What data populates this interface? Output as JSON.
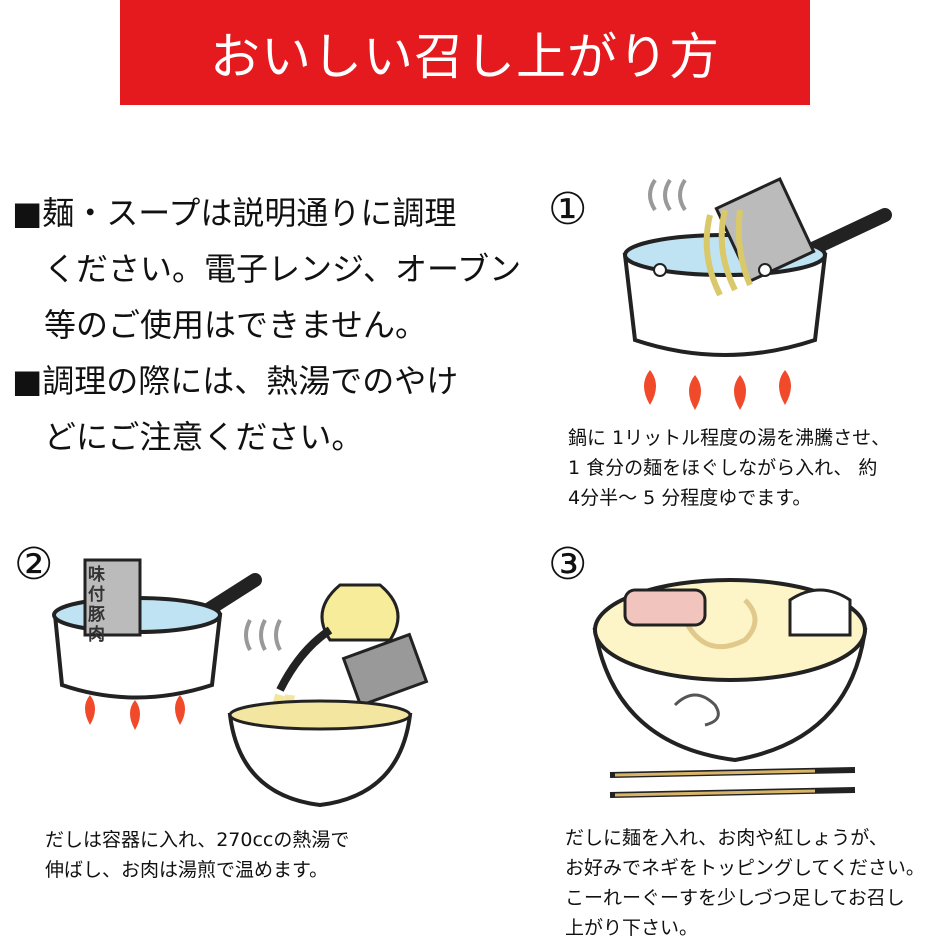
{
  "title": "おいしい召し上がり方",
  "notes": [
    "■麺・スープは説明通りに調理",
    "　ください。電子レンジ、オーブン",
    "　等のご使用はできません。",
    "■調理の際には、熱湯でのやけ",
    "　どにご注意ください。"
  ],
  "steps": [
    {
      "number": "①",
      "caption": [
        "鍋に 1リットル程度の湯を沸騰させ、",
        "1 食分の麺をほぐしながら入れ、 約",
        "4分半～ 5 分程度ゆでます。"
      ]
    },
    {
      "number": "②",
      "packet_label": "味付豚肉",
      "caption": [
        "だしは容器に入れ、270ccの熱湯で",
        "伸ばし、お肉は湯煎で温めます。"
      ]
    },
    {
      "number": "③",
      "caption": [
        "だしに麺を入れ、お肉や紅しょうが、",
        "お好みでネギをトッピングしてください。",
        "こーれーぐーすを少しづつ足してお召し",
        "上がり下さい。"
      ]
    }
  ],
  "colors": {
    "banner": "#e51a1f",
    "water": "#bfe3f2",
    "noodle": "#f3e6a0",
    "flame": "#f04a2a"
  }
}
